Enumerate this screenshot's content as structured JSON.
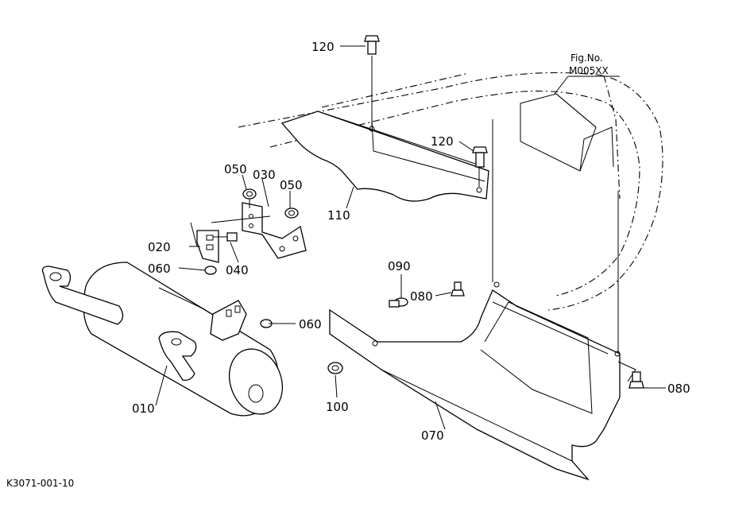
{
  "diagram": {
    "fig_ref": {
      "line1": "Fig.No.",
      "line2": "M005XX"
    },
    "drawing_id": "K3071-001-10",
    "callouts": {
      "p120_top": "120",
      "p120_mid": "120",
      "p050_left": "050",
      "p030": "030",
      "p050_right": "050",
      "p110": "110",
      "p020": "020",
      "p060_left": "060",
      "p040": "040",
      "p090": "090",
      "p080_top": "080",
      "p060_right": "060",
      "p100": "100",
      "p080_bottom": "080",
      "p010": "010",
      "p070": "070"
    }
  }
}
